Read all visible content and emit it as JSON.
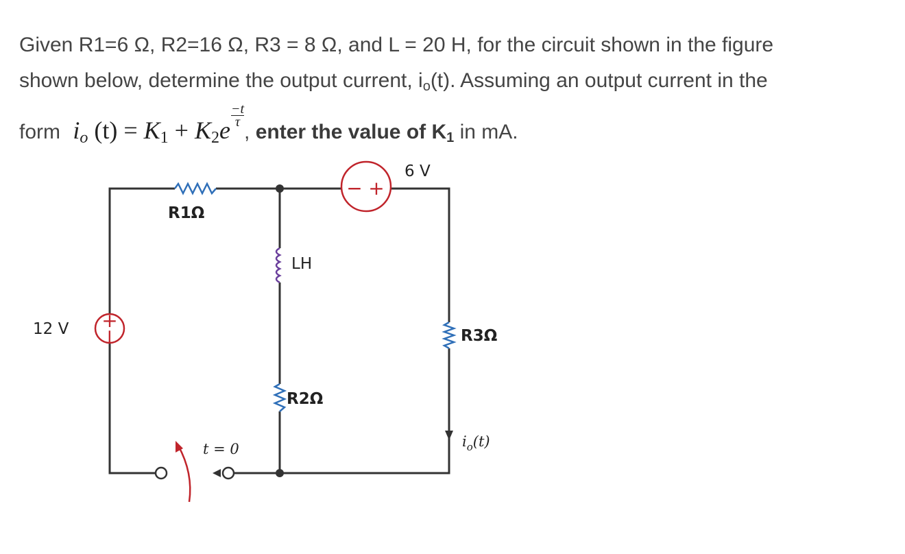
{
  "question": {
    "line1": "Given R1=6 Ω, R2=16 Ω, R3 = 8 Ω, and L = 20 H, for the circuit shown in the figure",
    "line2_pre": "shown below, determine the output current, i",
    "line2_sub": "o",
    "line2_post": "(t). Assuming an output current in the",
    "form_word": "form",
    "formula": {
      "lhs_var": "i",
      "lhs_sub": "o",
      "lhs_arg": "(t)",
      "equals": "=",
      "k1": "K",
      "k1_sub": "1",
      "plus": "+",
      "k2": "K",
      "k2_sub": "2",
      "e": "e",
      "exp_num": "−t",
      "exp_den": "τ"
    },
    "comma": ",",
    "bold_pre": "enter the value of K",
    "bold_sub": "1",
    "tail": "in mA."
  },
  "circuit": {
    "v1_label": "12 V",
    "v1_plus": "+",
    "v1_minus": "−",
    "v2_label": "6 V",
    "v2_minus": "−",
    "v2_plus": "+",
    "r1_label": "R1Ω",
    "l_label": "LH",
    "r2_label": "R2Ω",
    "r3_label": "R3Ω",
    "switch_label": "t = 0",
    "io_var": "i",
    "io_sub": "o",
    "io_arg": "(t)",
    "colors": {
      "wire": "#333333",
      "source": "#c0242b",
      "resistor": "#2f6fb8",
      "inductor": "#6a3f9c"
    }
  }
}
